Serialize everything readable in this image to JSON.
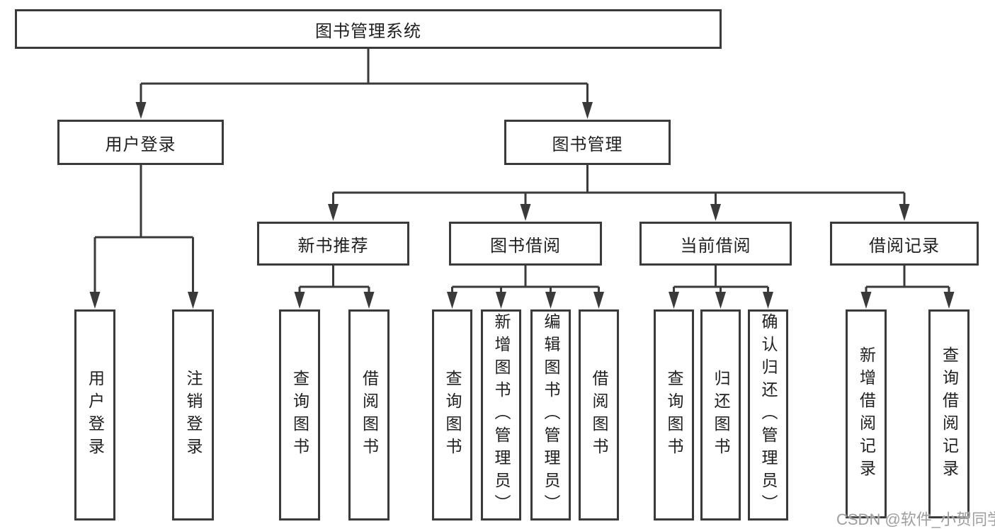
{
  "colors": {
    "line": "#3a3a3a",
    "box_border": "#3a3a3a",
    "box_background": "#ffffff",
    "text": "#1f1f1f",
    "watermark": "#9e9e9e",
    "page_background": "#ffffff"
  },
  "watermark": {
    "text": "CSDN @软件_小贺同学"
  },
  "diagram": {
    "type": "hierarchy-tree",
    "tree": {
      "label": "图书管理系统",
      "children": [
        {
          "label": "用户登录",
          "children": [
            {
              "label": "用户登录"
            },
            {
              "label": "注销登录"
            }
          ]
        },
        {
          "label": "图书管理",
          "children": [
            {
              "label": "新书推荐",
              "children": [
                {
                  "label": "查询图书"
                },
                {
                  "label": "借阅图书"
                }
              ]
            },
            {
              "label": "图书借阅",
              "children": [
                {
                  "label": "查询图书"
                },
                {
                  "label": "新增图书（管理员）"
                },
                {
                  "label": "编辑图书（管理员）"
                },
                {
                  "label": "借阅图书"
                }
              ]
            },
            {
              "label": "当前借阅",
              "children": [
                {
                  "label": "查询图书"
                },
                {
                  "label": "归还图书"
                },
                {
                  "label": "确认归还（管理员）"
                }
              ]
            },
            {
              "label": "借阅记录",
              "children": [
                {
                  "label": "新增借阅记录"
                },
                {
                  "label": "查询借阅记录"
                }
              ]
            }
          ]
        }
      ]
    }
  }
}
